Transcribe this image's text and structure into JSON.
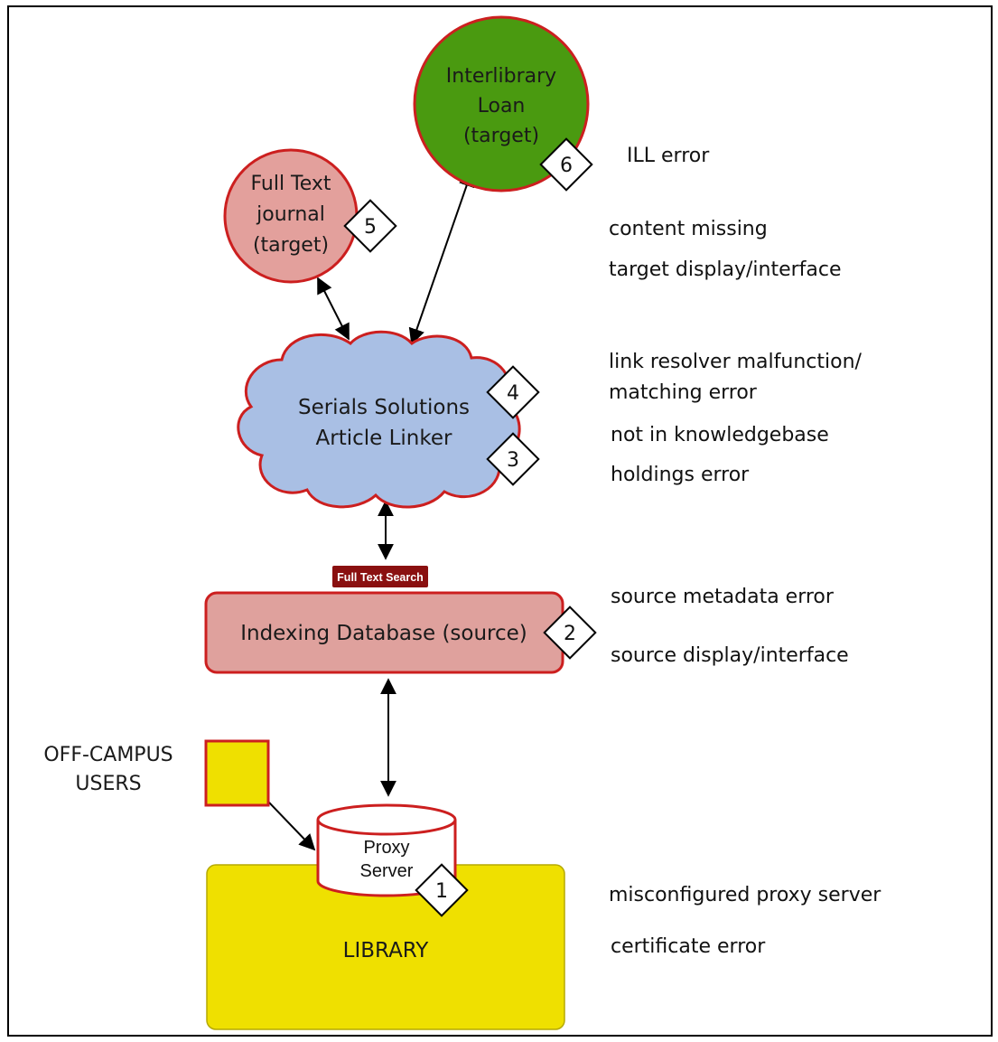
{
  "nodes": {
    "ill": {
      "lines": [
        "Interlibrary",
        "Loan",
        "(target)"
      ]
    },
    "fulltext": {
      "lines": [
        "Full Text",
        "journal",
        "(target)"
      ]
    },
    "linker": {
      "lines": [
        "Serials Solutions",
        "Article Linker"
      ]
    },
    "search_button": "Full Text Search",
    "indexing": "Indexing Database (source)",
    "offcampus": {
      "lines": [
        "OFF-CAMPUS",
        "USERS"
      ]
    },
    "proxy": {
      "lines": [
        "Proxy",
        "Server"
      ]
    },
    "library": "LIBRARY"
  },
  "markers": {
    "m1": "1",
    "m2": "2",
    "m3": "3",
    "m4": "4",
    "m5": "5",
    "m6": "6"
  },
  "errors": {
    "ill_error": "ILL error",
    "content_missing": "content missing",
    "target_display": "target display/interface",
    "link_resolver_1": "link resolver malfunction/",
    "link_resolver_2": "matching error",
    "not_in_kb": "not in knowledgebase",
    "holdings": "holdings error",
    "source_metadata": "source metadata error",
    "source_display": "source display/interface",
    "misconfigured_proxy": "misconfigured proxy server",
    "certificate": "certificate error"
  },
  "colors": {
    "outline_red": "#cc1f1f",
    "ill_green": "#4a9a10",
    "fulltext_pink": "#e3a09c",
    "cloud_blue": "#a9bfe4",
    "indexing_pink": "#dfa19d",
    "library_yellow": "#efe000",
    "button_darkred": "#8a1010"
  }
}
